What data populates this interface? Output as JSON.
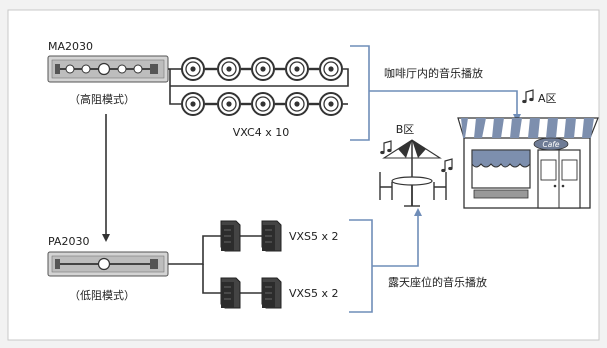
{
  "devices": {
    "amp_top": {
      "name": "MA2030",
      "mode": "（高阻模式）"
    },
    "amp_bottom": {
      "name": "PA2030",
      "mode": "（低阻模式）"
    }
  },
  "speakers": {
    "ceiling": {
      "label": "VXC4 x 10",
      "count": 10
    },
    "surface_upper": {
      "label": "VXS5 x 2",
      "count": 2
    },
    "surface_lower": {
      "label": "VXS5 x 2",
      "count": 2
    }
  },
  "zones": {
    "indoor_caption": "咖啡厅内的音乐播放",
    "outdoor_caption": "露天座位的音乐播放",
    "zone_a": "A区",
    "zone_b": "B区",
    "shop_sign": "Cafe"
  },
  "colors": {
    "background": "#f2f2f2",
    "panel": "#ffffff",
    "panel_border": "#c8c8c8",
    "wire": "#333333",
    "bracket": "#6f8db8",
    "awning_blue": "#7d8fae",
    "amp_face": "#cfcfcf"
  },
  "icons": [
    "music-note-icon",
    "ceiling-speaker-icon",
    "surface-speaker-icon",
    "cafe-shop-icon",
    "outdoor-seating-icon",
    "amplifier-icon"
  ]
}
